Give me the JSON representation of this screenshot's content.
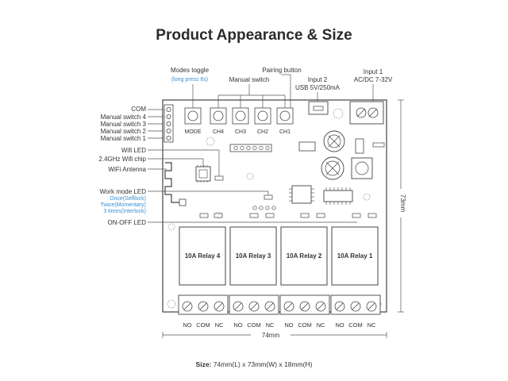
{
  "title": "Product Appearance & Size",
  "callouts": {
    "modes_toggle": "Modes toggle",
    "modes_toggle_hint": "(long press 6s)",
    "manual_switch": "Manual switch",
    "pairing_button": "Pairing button",
    "input2": "Input 2",
    "input2_spec": "USB 5V/250mA",
    "input1": "Input 1",
    "input1_spec": "AC/DC 7-32V",
    "com": "COM",
    "manual_switch_4": "Manual switch 4",
    "manual_switch_3": "Manual switch 3",
    "manual_switch_2": "Manual switch 2",
    "manual_switch_1": "Manual switch 1",
    "wifi_led": "Wifi LED",
    "wifi_chip": "2.4GHz Wifi chip",
    "wifi_antenna": "WiFi Antenna",
    "work_mode_led": "Work mode LED",
    "mode_once": "Once(Selflock)",
    "mode_twice": "Twice(Momentary)",
    "mode_three": "3 times(Interlock)",
    "onoff_led": "ON-OFF LED"
  },
  "buttons": [
    "MODE",
    "CH4",
    "CH3",
    "CH2",
    "CH1"
  ],
  "relays": [
    "10A Relay 4",
    "10A Relay 3",
    "10A Relay 2",
    "10A Relay 1"
  ],
  "terminals": [
    "NO",
    "COM",
    "NC"
  ],
  "dimensions": {
    "width": "74mm",
    "height": "73mm"
  },
  "size_label": "Size:",
  "size_value": "74mm(L) x 73mm(W) x 18mm(H)",
  "colors": {
    "line": "#555555",
    "hint": "#3a8fd0",
    "board_stroke": "#444444"
  }
}
